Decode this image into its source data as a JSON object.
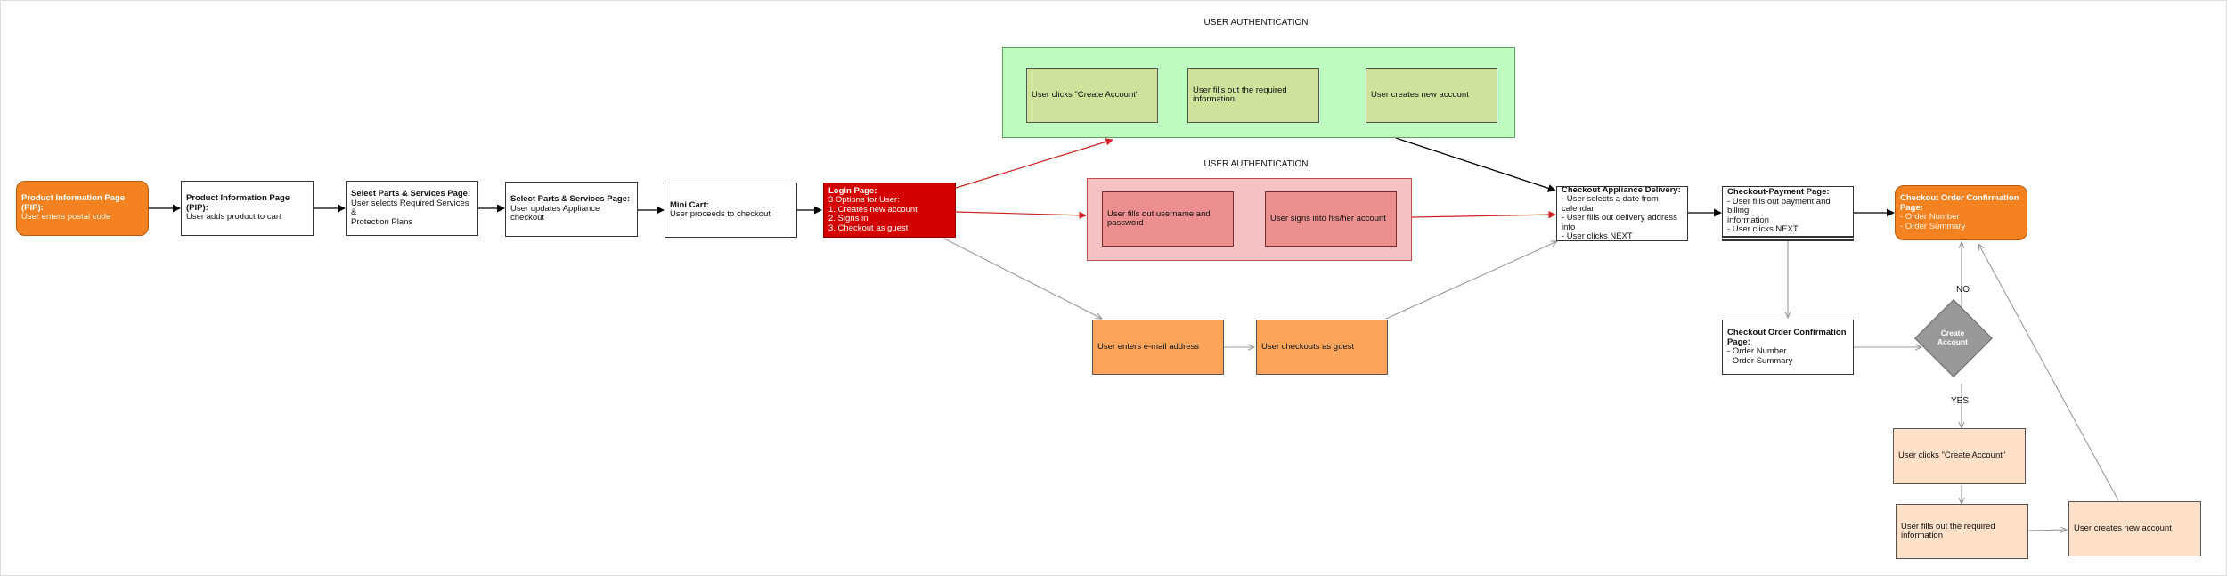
{
  "zones": {
    "top_title": "USER AUTHENTICATION",
    "middle_title": "USER AUTHENTICATION"
  },
  "nodes": {
    "pip_postal": {
      "title": "Product Information Page (PIP):",
      "lines": [
        "User enters postal code"
      ]
    },
    "pip_add": {
      "title": "Product Information Page (PIP):",
      "lines": [
        "User adds product to cart"
      ]
    },
    "parts_1": {
      "title": "Select Parts & Services Page:",
      "lines": [
        "User selects Required Services &",
        "Protection Plans"
      ]
    },
    "parts_2": {
      "title": "Select Parts & Services Page:",
      "lines": [
        "User updates Appliance checkout"
      ]
    },
    "mini_cart": {
      "title": "Mini Cart:",
      "lines": [
        "User proceeds to checkout"
      ]
    },
    "login": {
      "title": "Login Page:",
      "lines": [
        "3 Options for User:",
        "1. Creates new account",
        "2. Signs in",
        "3. Checkout as guest"
      ]
    },
    "create_click": {
      "title": "",
      "lines": [
        "User clicks \"Create Account\""
      ]
    },
    "create_fill": {
      "title": "",
      "lines": [
        "User fills out the required information"
      ]
    },
    "create_new": {
      "title": "",
      "lines": [
        "User creates new account"
      ]
    },
    "signin_fill": {
      "title": "",
      "lines": [
        "User fills out username and password"
      ]
    },
    "signin_done": {
      "title": "",
      "lines": [
        "User signs into his/her account"
      ]
    },
    "guest_email": {
      "title": "",
      "lines": [
        "User enters e-mail address"
      ]
    },
    "guest_checkout": {
      "title": "",
      "lines": [
        "User checkouts as guest"
      ]
    },
    "delivery": {
      "title": "Checkout Appliance Delivery:",
      "lines": [
        "- User selects a date from calendar",
        "- User fills out delivery address info",
        "- User clicks NEXT"
      ]
    },
    "payment": {
      "title": "Checkout-Payment Page:",
      "lines": [
        "- User fills out payment and billing",
        "information",
        "- User clicks NEXT"
      ]
    },
    "confirm_final": {
      "title": "Checkout Order Confirmation Page:",
      "lines": [
        "- Order Number",
        "- Order Summary"
      ]
    },
    "confirm_guest": {
      "title": "Checkout Order Confirmation Page:",
      "lines": [
        "- Order Number",
        "- Order Summary"
      ]
    },
    "post_click": {
      "title": "",
      "lines": [
        "User clicks \"Create Account\""
      ]
    },
    "post_fill": {
      "title": "",
      "lines": [
        "User fills out the required information"
      ]
    },
    "post_new": {
      "title": "",
      "lines": [
        "User creates new account"
      ]
    }
  },
  "decision": {
    "label_line1": "Create",
    "label_line2": "Account"
  },
  "edge_labels": {
    "no": "NO",
    "yes": "YES"
  },
  "colors": {
    "orange": "#f58220",
    "red": "#d40000",
    "green_zone": "#bdfbc1",
    "pink_zone": "#f6c1c2",
    "olive": "#cfe29c",
    "salmon": "#ec8f8f",
    "tan": "#fba45a",
    "peach": "#ffe0c8",
    "decision_gray": "#999999",
    "arrow_black": "#000000",
    "arrow_red": "#cc2222",
    "arrow_gray": "#999999"
  }
}
